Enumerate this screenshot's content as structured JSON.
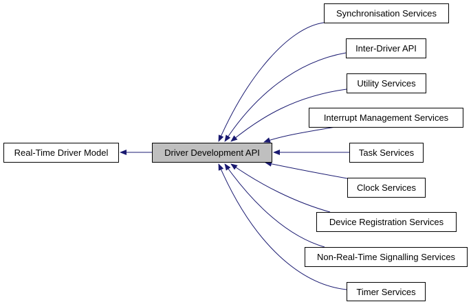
{
  "diagram": {
    "colors": {
      "edge": "#191970",
      "current_fill": "#bfbfbf"
    },
    "parent": {
      "label": "Real-Time Driver Model"
    },
    "current": {
      "label": "Driver Development API"
    },
    "children": [
      {
        "label": "Synchronisation Services"
      },
      {
        "label": "Inter-Driver API"
      },
      {
        "label": "Utility Services"
      },
      {
        "label": "Interrupt Management Services"
      },
      {
        "label": "Task Services"
      },
      {
        "label": "Clock Services"
      },
      {
        "label": "Device Registration Services"
      },
      {
        "label": "Non-Real-Time Signalling Services"
      },
      {
        "label": "Timer Services"
      }
    ]
  }
}
